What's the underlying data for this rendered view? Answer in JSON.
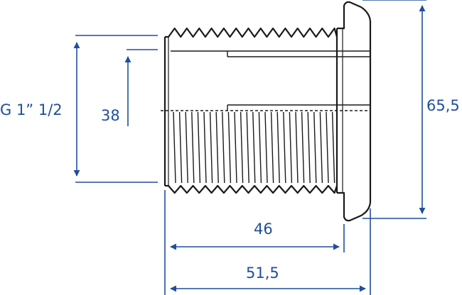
{
  "drawing": {
    "kind": "technical-drawing",
    "subject": "threaded through-hull fitting, side view",
    "line_color": "#1a1a1a",
    "dimension_color": "#1f4f9a",
    "background": "#ffffff"
  },
  "dimensions": {
    "thread": "G 1” 1/2",
    "bore": "38",
    "flange_diameter": "65,5",
    "thread_length": "46",
    "overall_length": "51,5"
  }
}
